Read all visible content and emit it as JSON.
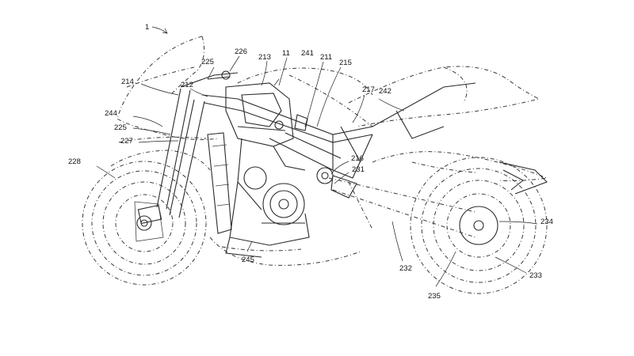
{
  "figure": {
    "overall_ref": "1",
    "labels": [
      {
        "id": "l226",
        "text": "226"
      },
      {
        "id": "l213",
        "text": "213"
      },
      {
        "id": "l11",
        "text": "11"
      },
      {
        "id": "l241",
        "text": "241"
      },
      {
        "id": "l211",
        "text": "211"
      },
      {
        "id": "l215",
        "text": "215"
      },
      {
        "id": "l225a",
        "text": "225"
      },
      {
        "id": "l212",
        "text": "212"
      },
      {
        "id": "l214",
        "text": "214"
      },
      {
        "id": "l217",
        "text": "217"
      },
      {
        "id": "l242",
        "text": "242"
      },
      {
        "id": "l244",
        "text": "244"
      },
      {
        "id": "l225b",
        "text": "225"
      },
      {
        "id": "l227",
        "text": "227"
      },
      {
        "id": "l228",
        "text": "228"
      },
      {
        "id": "l216",
        "text": "216"
      },
      {
        "id": "l231",
        "text": "231"
      },
      {
        "id": "l234",
        "text": "234"
      },
      {
        "id": "l245",
        "text": "245"
      },
      {
        "id": "l232",
        "text": "232"
      },
      {
        "id": "l233",
        "text": "233"
      },
      {
        "id": "l235",
        "text": "235"
      }
    ]
  }
}
